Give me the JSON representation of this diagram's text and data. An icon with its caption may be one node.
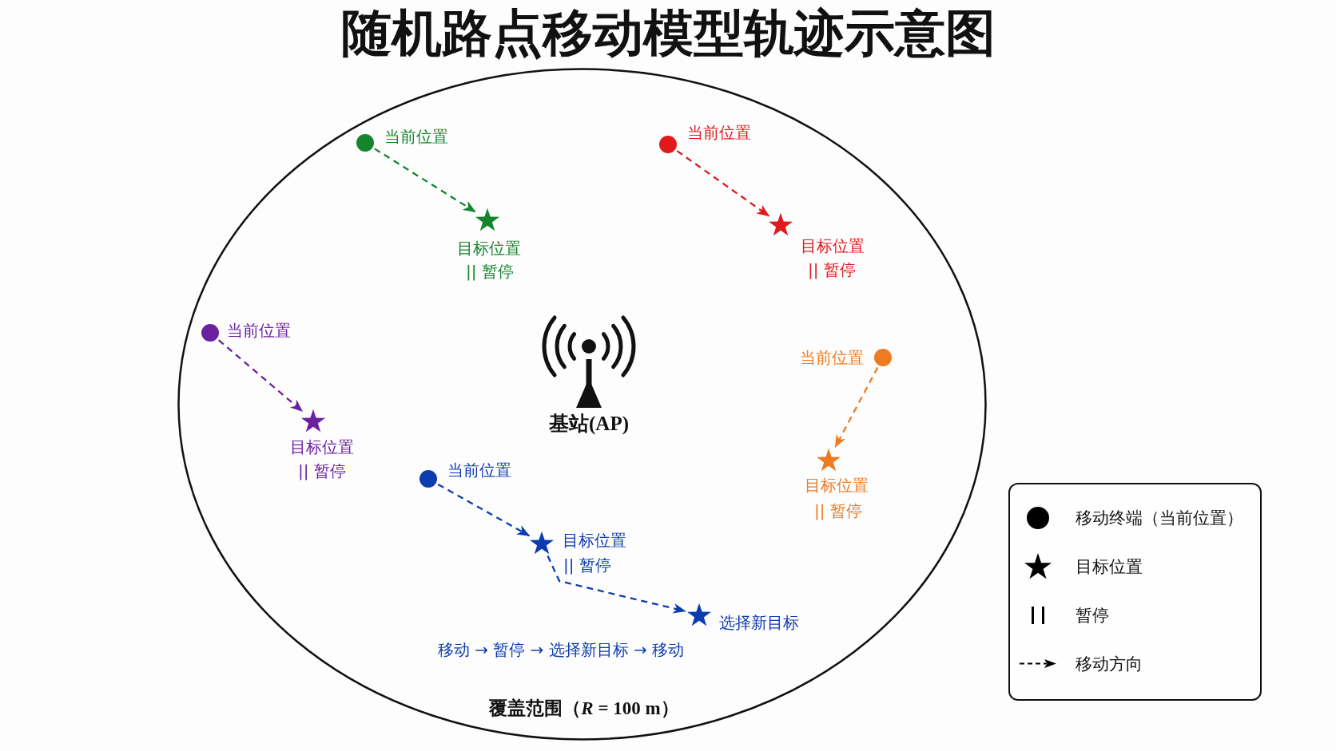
{
  "diagram": {
    "title": "随机路点移动模型轨迹示意图",
    "nodes": [
      {
        "text": [
          "覆盖范围（*R* = 100 m）"
        ]
      },
      {
        "text": [],
        "shape": "circle",
        "in": 0,
        "beside": [
          "当前位置"
        ]
      },
      {
        "text": [],
        "shape": "star",
        "in": 0,
        "beside": [
          "目标位置",
          "|| 暂停"
        ]
      },
      {
        "text": [],
        "shape": "circle",
        "in": 0,
        "beside": [
          "当前位置"
        ]
      },
      {
        "text": [],
        "shape": "star",
        "in": 0,
        "beside": [
          "目标位置",
          "|| 暂停"
        ]
      },
      {
        "text": [],
        "shape": "circle",
        "in": 0,
        "beside": [
          "当前位置"
        ]
      },
      {
        "text": [],
        "shape": "star",
        "in": 0,
        "beside": [
          "目标位置",
          "|| 暂停"
        ]
      },
      {
        "text": [
          "基站(AP)"
        ],
        "in": 0
      },
      {
        "text": [],
        "shape": "circle",
        "in": 0,
        "beside": [
          "当前位置"
        ]
      },
      {
        "text": [],
        "shape": "star",
        "in": 0,
        "beside": [
          "目标位置",
          "|| 暂停"
        ]
      },
      {
        "text": [],
        "shape": "circle",
        "in": 0,
        "beside": [
          "当前位置"
        ]
      },
      {
        "text": [],
        "shape": "star",
        "in": 0,
        "beside": [
          "目标位置",
          "|| 暂停"
        ]
      },
      {
        "text": [],
        "shape": "star",
        "in": 0,
        "beside": [
          "选择新目标"
        ]
      }
    ],
    "edges": [
      {
        "from": 1,
        "to": 2,
        "arrow": "to",
        "style": "dashed",
        "color": "#15852d"
      },
      {
        "from": 3,
        "to": 4,
        "arrow": "to",
        "style": "dashed",
        "color": "#e1191d"
      },
      {
        "from": 5,
        "to": 6,
        "arrow": "to",
        "style": "dashed",
        "color": "#6b20a0"
      },
      {
        "from": 8,
        "to": 9,
        "arrow": "to",
        "style": "dashed",
        "color": "#ee7b22"
      },
      {
        "from": 10,
        "to": 11,
        "arrow": "to",
        "style": "dashed",
        "color": "#0d3caf"
      },
      {
        "from": 11,
        "to": 12,
        "arrow": "to",
        "style": "dashed",
        "color": "#0d3caf"
      }
    ],
    "labels": [
      "移动 → 暂停 → 选择新目标 → 移动"
    ],
    "legend": [
      {
        "text": "移动终端（当前位置）"
      },
      {
        "text": "目标位置"
      },
      {
        "text": "暂停"
      },
      {
        "text": "移动方向"
      }
    ]
  }
}
